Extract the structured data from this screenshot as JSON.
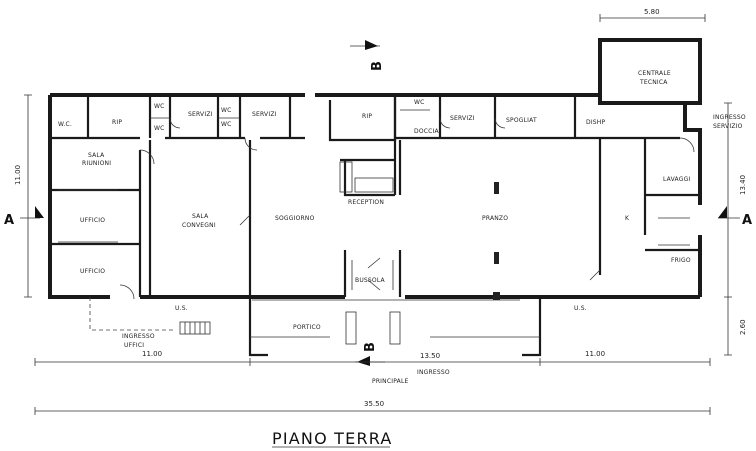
{
  "title": "PIANO TERRA",
  "rooms": {
    "wc_left": "W.C.",
    "rip": "RIP",
    "wc_1": "WC",
    "wc_2": "WC",
    "servizi_1": "SERVIZI",
    "wc_3": "WC",
    "wc_4": "WC",
    "servizi_2": "SERVIZI",
    "rip_center": "RIP",
    "wc_5": "WC",
    "doccia": "DOCCIA",
    "servizi_3": "SERVIZI",
    "spogliat": "SPOGLIAT",
    "dishp": "DISHP",
    "centrale_1": "CENTRALE",
    "centrale_2": "TECNICA",
    "ingresso_servizio_1": "INGRESSO",
    "ingresso_servizio_2": "SERVIZIO",
    "sala_riunioni_1": "SALA",
    "sala_riunioni_2": "RIUNIONI",
    "ufficio_1": "UFFICIO",
    "ufficio_2": "UFFICIO",
    "sala_convegni_1": "SALA",
    "sala_convegni_2": "CONVEGNI",
    "soggiorno": "SOGGIORNO",
    "reception": "RECEPTION",
    "pranzo": "PRANZO",
    "kitchen": "K",
    "lavaggi": "LAVAGGI",
    "frigo": "FRIGO",
    "bussola": "BUSSOLA",
    "portico": "PORTICO",
    "us_1": "U.S.",
    "us_2": "U.S.",
    "ingresso_uffici_1": "INGRESSO",
    "ingresso_uffici_2": "UFFICI",
    "ingresso_principale_1": "INGRESSO",
    "ingresso_principale_2": "PRINCIPALE"
  },
  "sections": {
    "a_left": "A",
    "a_right": "A",
    "b_top": "B",
    "b_bottom": "B"
  },
  "dimensions": {
    "top_right": "5.80",
    "left_height": "11.00",
    "right_height": "13.40",
    "right_portico": "2.60",
    "bottom_left": "11.00",
    "bottom_center": "13.50",
    "bottom_right": "11.00",
    "total": "35.50"
  }
}
